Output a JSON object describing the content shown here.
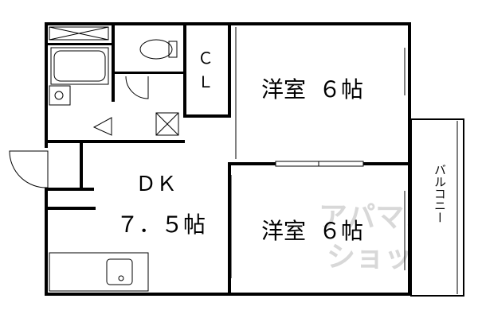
{
  "rooms": {
    "western1": {
      "name": "洋室",
      "size": "６帖"
    },
    "western2": {
      "name": "洋室",
      "size": "６帖"
    },
    "dk": {
      "name": "ＤＫ",
      "size": "７．５帖"
    },
    "closet": {
      "line1": "Ｃ",
      "line2": "Ｌ"
    },
    "balcony": {
      "name": "バルコニー"
    }
  },
  "watermark": {
    "line1": "アパマン",
    "line2": "ショップ"
  }
}
